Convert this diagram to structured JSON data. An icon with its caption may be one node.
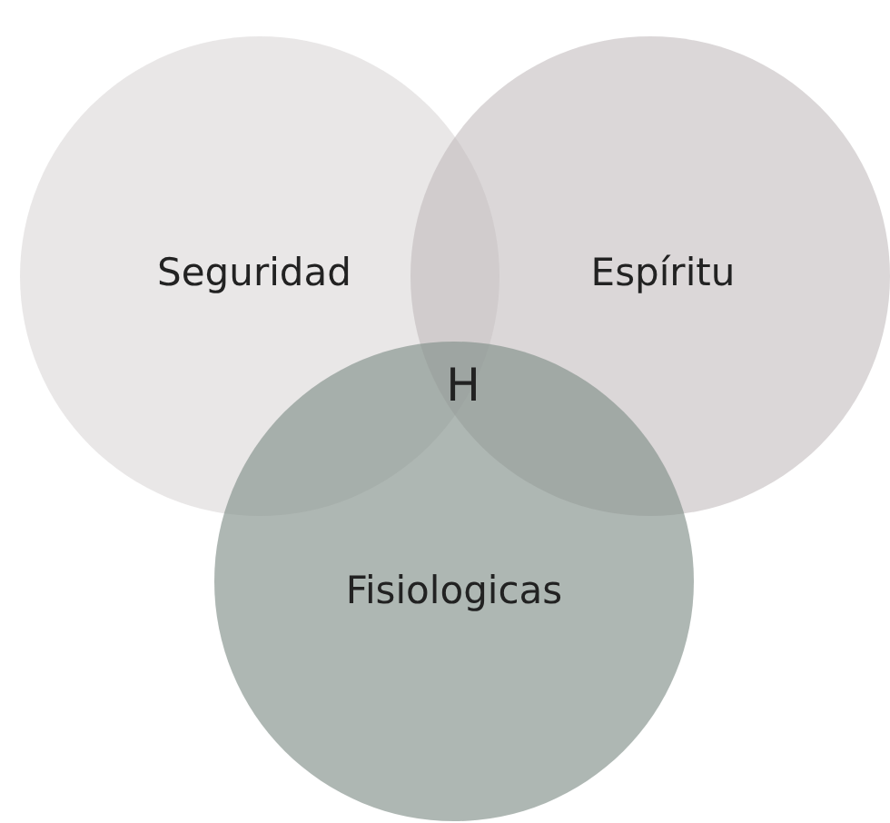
{
  "diagram": {
    "nodes": [
      {
        "text": [
          "Seguridad"
        ]
      },
      {
        "text": [
          "Espíritu"
        ]
      },
      {
        "text": [
          "Fisiologicas"
        ]
      }
    ],
    "labels": [
      "H"
    ]
  }
}
